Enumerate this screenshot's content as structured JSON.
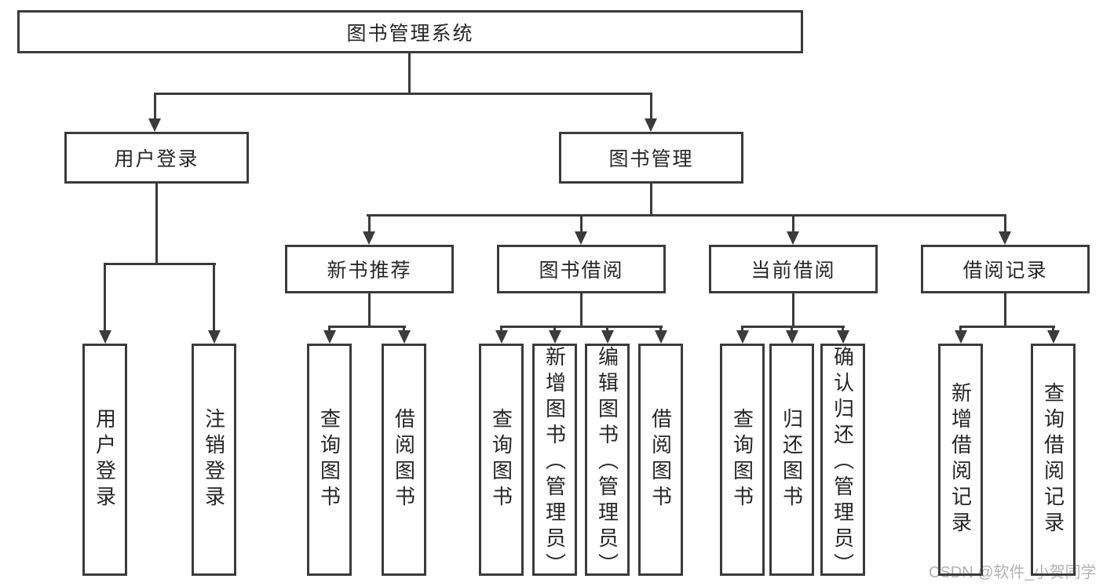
{
  "diagram": {
    "root": {
      "label": "图书管理系统",
      "children": [
        {
          "label": "用户登录",
          "children": [
            {
              "label": "用户登录"
            },
            {
              "label": "注销登录"
            }
          ]
        },
        {
          "label": "图书管理",
          "children": [
            {
              "label": "新书推荐",
              "children": [
                {
                  "label": "查询图书"
                },
                {
                  "label": "借阅图书"
                }
              ]
            },
            {
              "label": "图书借阅",
              "children": [
                {
                  "label": "查询图书"
                },
                {
                  "label": "新增图书（管理员）"
                },
                {
                  "label": "编辑图书（管理员）"
                },
                {
                  "label": "借阅图书"
                }
              ]
            },
            {
              "label": "当前借阅",
              "children": [
                {
                  "label": "查询图书"
                },
                {
                  "label": "归还图书"
                },
                {
                  "label": "确认归还（管理员）"
                }
              ]
            },
            {
              "label": "借阅记录",
              "children": [
                {
                  "label": "新增借阅记录"
                },
                {
                  "label": "查询借阅记录"
                }
              ]
            }
          ]
        }
      ]
    }
  },
  "watermark": {
    "text": "CSDN @软件_小贺同学"
  },
  "colors": {
    "line": "#3b3b3b",
    "box_border": "#3b3b3b",
    "text": "#262626",
    "background": "#ffffff",
    "watermark": "#b2b2b2"
  }
}
